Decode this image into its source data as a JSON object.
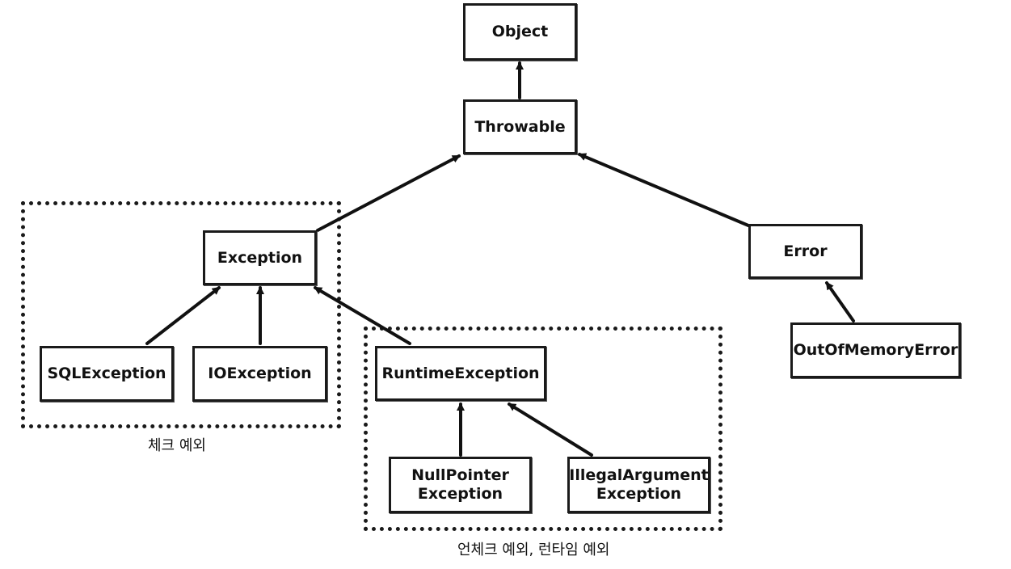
{
  "nodes": {
    "object": "Object",
    "throwable": "Throwable",
    "exception": "Exception",
    "error": "Error",
    "sql_exception": "SQLException",
    "io_exception": "IOException",
    "runtime_exception": "RuntimeException",
    "out_of_memory_error": "OutOfMemoryError",
    "null_pointer_exception": [
      "NullPointer",
      "Exception"
    ],
    "illegal_argument_exception": [
      "IllegalArgument",
      "Exception"
    ]
  },
  "groups": {
    "checked_caption": "체크 예외",
    "unchecked_caption": "언체크 예외, 런타임 예외"
  },
  "edges": [
    {
      "from": "throwable",
      "to": "object"
    },
    {
      "from": "exception",
      "to": "throwable"
    },
    {
      "from": "error",
      "to": "throwable"
    },
    {
      "from": "sql_exception",
      "to": "exception"
    },
    {
      "from": "io_exception",
      "to": "exception"
    },
    {
      "from": "runtime_exception",
      "to": "exception"
    },
    {
      "from": "out_of_memory_error",
      "to": "error"
    },
    {
      "from": "null_pointer_exception",
      "to": "runtime_exception"
    },
    {
      "from": "illegal_argument_exception",
      "to": "runtime_exception"
    }
  ]
}
